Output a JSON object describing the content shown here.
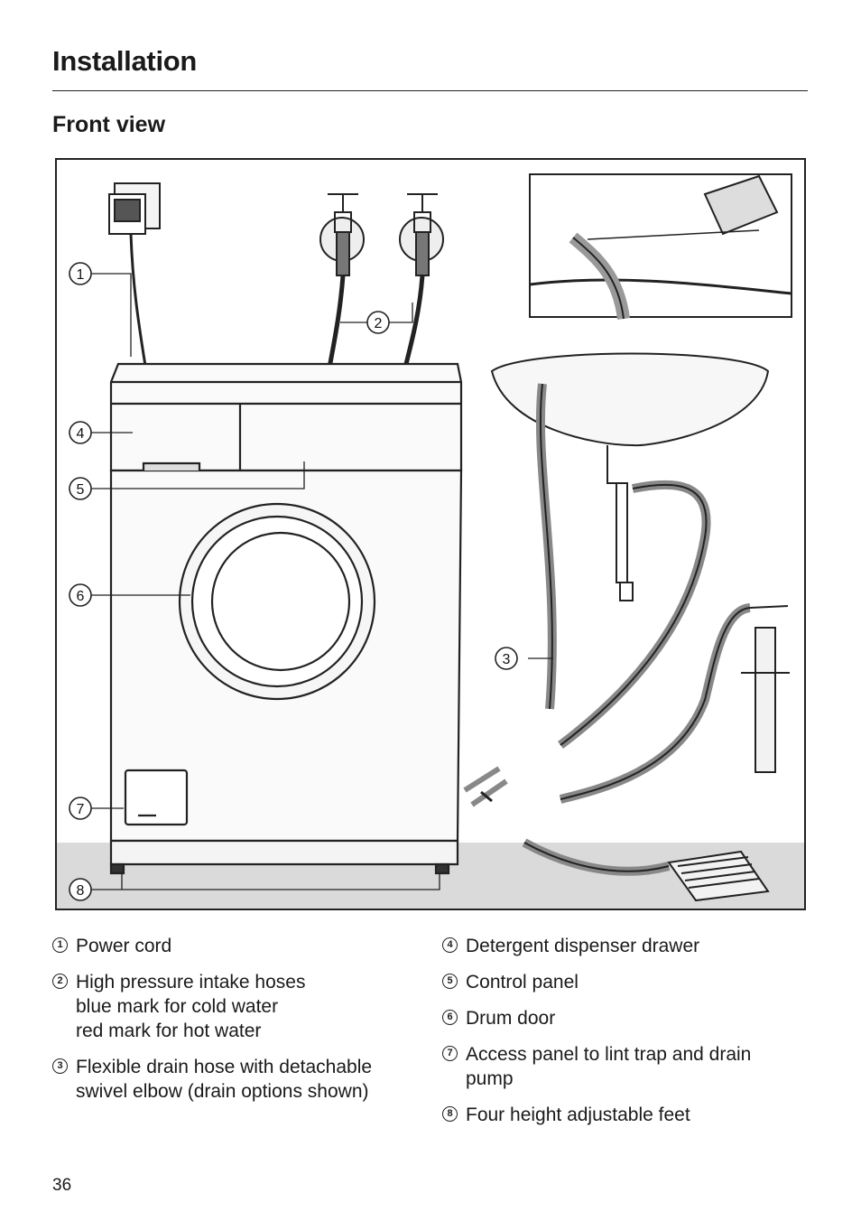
{
  "header": {
    "section_title": "Installation",
    "subtitle": "Front view"
  },
  "figure": {
    "callouts": [
      "1",
      "2",
      "3",
      "4",
      "5",
      "6",
      "7",
      "8"
    ]
  },
  "legend": {
    "left": [
      {
        "num": "1",
        "lines": [
          "Power cord"
        ]
      },
      {
        "num": "2",
        "lines": [
          "High pressure intake hoses",
          "blue mark for cold water",
          "red mark for hot water"
        ]
      },
      {
        "num": "3",
        "lines": [
          "Flexible drain hose with detachable",
          "swivel elbow (drain options shown)"
        ]
      }
    ],
    "right": [
      {
        "num": "4",
        "lines": [
          "Detergent dispenser drawer"
        ]
      },
      {
        "num": "5",
        "lines": [
          "Control panel"
        ]
      },
      {
        "num": "6",
        "lines": [
          "Drum door"
        ]
      },
      {
        "num": "7",
        "lines": [
          "Access panel to lint trap and drain",
          "pump"
        ]
      },
      {
        "num": "8",
        "lines": [
          "Four height adjustable feet"
        ]
      }
    ]
  },
  "footer": {
    "page_number": "36"
  }
}
